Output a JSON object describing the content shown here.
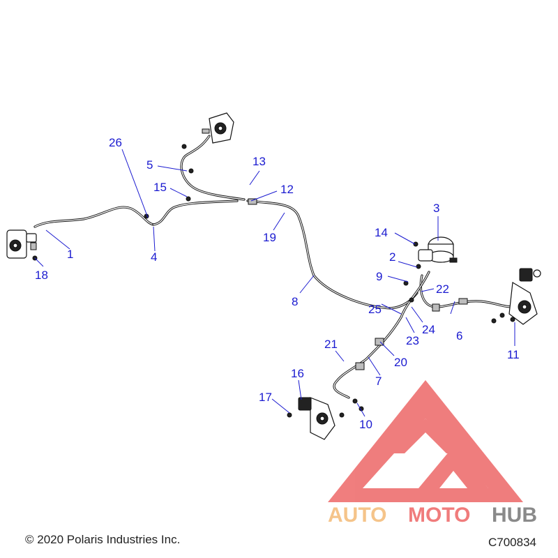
{
  "copyright": "© 2020 Polaris Industries Inc.",
  "figure_code": "C700834",
  "watermark": {
    "word_auto": "AUTO",
    "word_moto": "MOTO",
    "word_hub": "HUB",
    "color_auto": "#f5c48a",
    "color_moto": "#f07c7c",
    "color_hub": "#8a8a8a",
    "logo_color": "#ee7070"
  },
  "callouts": {
    "c1": "1",
    "c2": "2",
    "c3": "3",
    "c4": "4",
    "c5": "5",
    "c6": "6",
    "c7": "7",
    "c8": "8",
    "c9": "9",
    "c10": "10",
    "c11": "11",
    "c12": "12",
    "c13": "13",
    "c14": "14",
    "c15": "15",
    "c16": "16",
    "c17": "17",
    "c18": "18",
    "c19": "19",
    "c20": "20",
    "c21": "21",
    "c22": "22",
    "c23": "23",
    "c24": "24",
    "c25": "25",
    "c26": "26"
  },
  "callout_color": "#1a1ad0"
}
